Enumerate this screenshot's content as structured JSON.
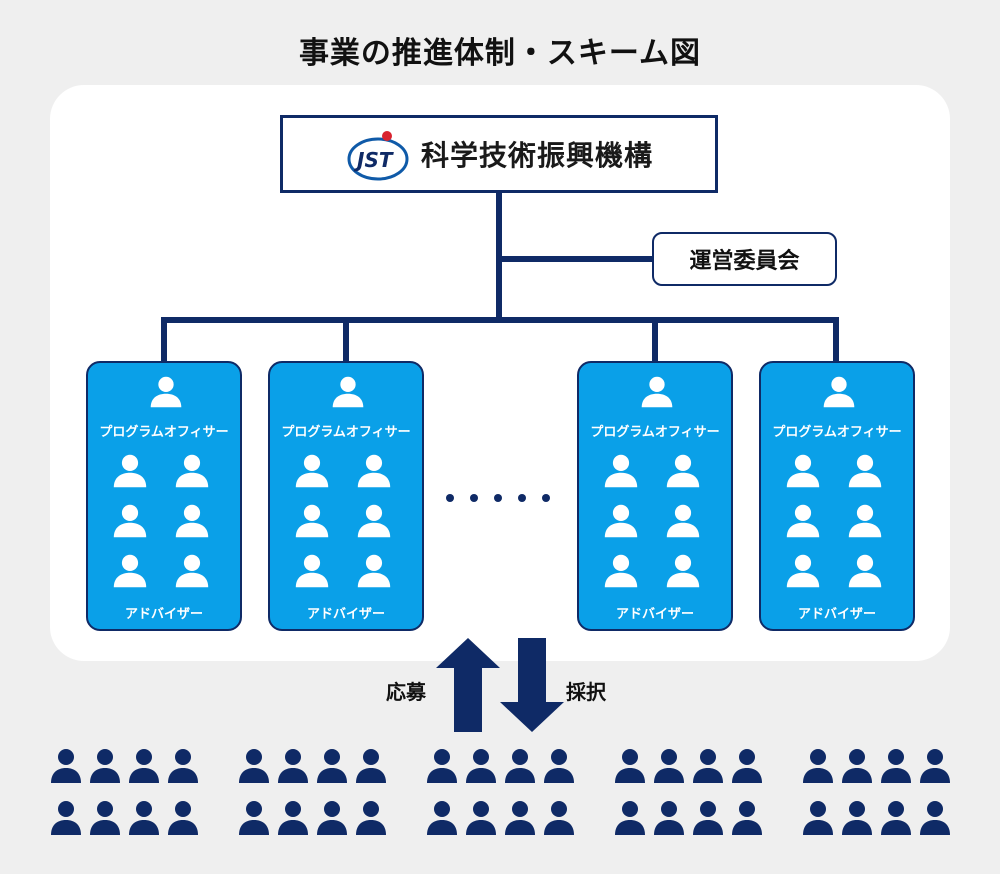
{
  "title": "事業の推進体制・スキーム図",
  "organization": {
    "logo_text": "JST",
    "name": "科学技術振興機構"
  },
  "committee": "運営委員会",
  "cards": [
    {
      "po_label": "プログラムオフィサー",
      "adv_label": "アドバイザー"
    },
    {
      "po_label": "プログラムオフィサー",
      "adv_label": "アドバイザー"
    },
    {
      "po_label": "プログラムオフィサー",
      "adv_label": "アドバイザー"
    },
    {
      "po_label": "プログラムオフィサー",
      "adv_label": "アドバイザー"
    }
  ],
  "arrows": {
    "up_label": "応募",
    "down_label": "採択"
  },
  "colors": {
    "navy": "#0f2a66",
    "card_blue": "#0aa0e8",
    "logo_red": "#d9232e",
    "background": "#efefef"
  },
  "icons": [
    "person-icon",
    "jst-logo"
  ]
}
